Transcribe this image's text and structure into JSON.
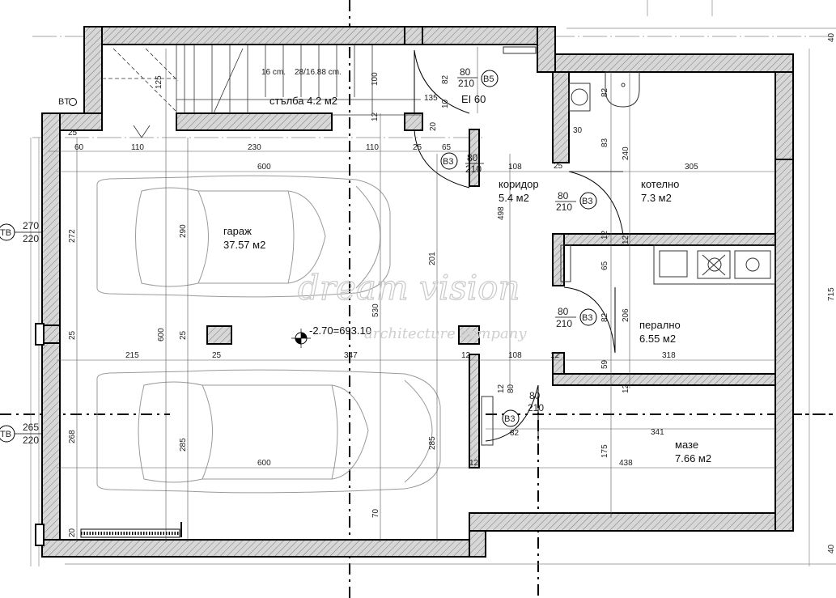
{
  "rooms": {
    "stairs": {
      "name": "стълба 4.2 м2",
      "note_left": "16 cm.",
      "note_right": "28/16.88 cm."
    },
    "garage": {
      "name": "гараж",
      "area": "37.57 м2"
    },
    "corridor": {
      "name": "коридор",
      "area": "5.4 м2"
    },
    "boiler": {
      "name": "котелно",
      "area": "7.3 м2"
    },
    "laundry": {
      "name": "перално",
      "area": "6.55 м2"
    },
    "mezzanine": {
      "name": "мазе",
      "area": "7.66 м2"
    }
  },
  "level_mark": "-2.70=693.10",
  "bt_label": "BT",
  "tags": {
    "b5": {
      "code": "B5",
      "w": "80",
      "h": "210",
      "extra": "EI 60"
    },
    "b3_top": {
      "code": "B3",
      "w": "80",
      "h": "210"
    },
    "b3_corr": {
      "code": "B3",
      "w": "80",
      "h": "210"
    },
    "b3_laundry": {
      "code": "B3",
      "w": "80",
      "h": "210"
    },
    "b3_bottom": {
      "code": "B3",
      "w": "80",
      "h": "210"
    },
    "tb_top": {
      "code": "TB",
      "w": "270",
      "h": "220"
    },
    "tb_bottom": {
      "code": "TB",
      "w": "265",
      "h": "220"
    }
  },
  "dims": {
    "top_row": [
      "60",
      "110",
      "230",
      "110",
      "25",
      "65"
    ],
    "d600_top": "600",
    "d600_bottom": "600",
    "d108_top": "108",
    "d305": "305",
    "d215": "215",
    "d25_mid": "25",
    "d347": "347",
    "d12_a": "12",
    "d108_mid": "108",
    "d12_b": "12",
    "d318": "318",
    "d341": "341",
    "d438": "438",
    "d12_c": "12",
    "v_left": [
      "272",
      "268",
      "20"
    ],
    "v_garage": [
      "600",
      "25",
      "290",
      "25",
      "285"
    ],
    "v_mid": [
      "530",
      "70"
    ],
    "v_right_garage": [
      "201",
      "285"
    ],
    "v_corr": [
      "498",
      "12",
      "80"
    ],
    "v_stairs": [
      "125",
      "100",
      "12",
      "20",
      "82",
      "135",
      "10",
      "25",
      "25"
    ],
    "v_right": [
      "82",
      "83",
      "240",
      "30",
      "65",
      "12",
      "120",
      "12",
      "65",
      "206",
      "82",
      "59",
      "12",
      "175",
      "82",
      "12"
    ],
    "v_far_right": [
      "715",
      "40",
      "40"
    ]
  },
  "watermark": {
    "main": "dream vision",
    "sub": "architecture company"
  }
}
